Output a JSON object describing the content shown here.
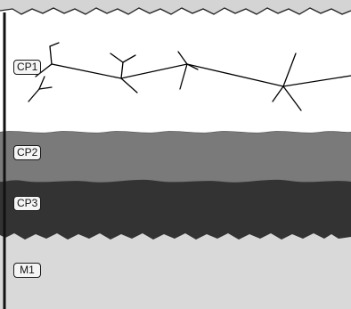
{
  "layers": {
    "cp1": {
      "label": "CP1",
      "color": "#ffffff"
    },
    "cp2": {
      "label": "CP2",
      "color": "#7a7a7a"
    },
    "cp3": {
      "label": "CP3",
      "color": "#333333"
    },
    "m1": {
      "label": "M1",
      "color": "#d9d9d9"
    }
  },
  "colors": {
    "surface_top": "#d4d4d4",
    "crack_lines": "#000000",
    "outline": "#111111"
  }
}
